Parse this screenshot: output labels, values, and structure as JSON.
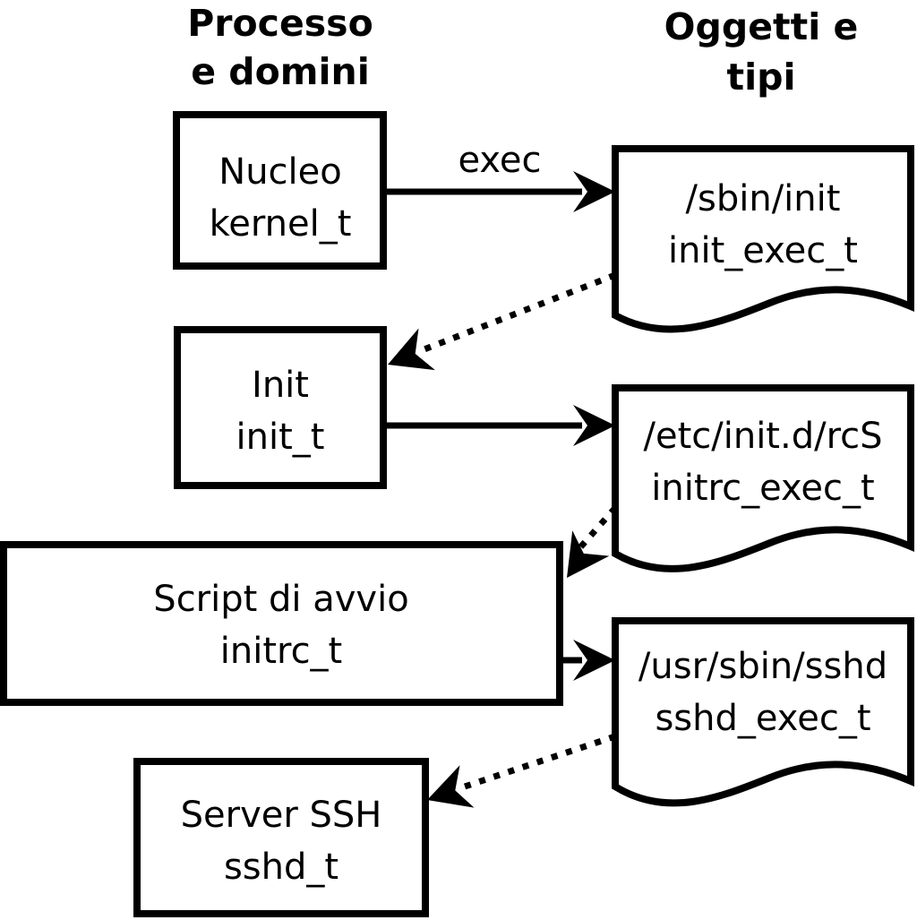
{
  "headers": {
    "left": {
      "line1": "Processo",
      "line2": "e domini"
    },
    "right": {
      "line1": "Oggetti e",
      "line2": "tipi"
    }
  },
  "processes": [
    {
      "name": "Nucleo",
      "type": "kernel_t"
    },
    {
      "name": "Init",
      "type": "init_t"
    },
    {
      "name": "Script di avvio",
      "type": "initrc_t"
    },
    {
      "name": "Server SSH",
      "type": "sshd_t"
    }
  ],
  "objects": [
    {
      "path": "/sbin/init",
      "type": "init_exec_t"
    },
    {
      "path": "/etc/init.d/rcS",
      "type": "initrc_exec_t"
    },
    {
      "path": "/usr/sbin/sshd",
      "type": "sshd_exec_t"
    }
  ],
  "arrows": {
    "exec_label": "exec"
  },
  "colors": {
    "foreground": "#000000",
    "background": "#ffffff"
  }
}
